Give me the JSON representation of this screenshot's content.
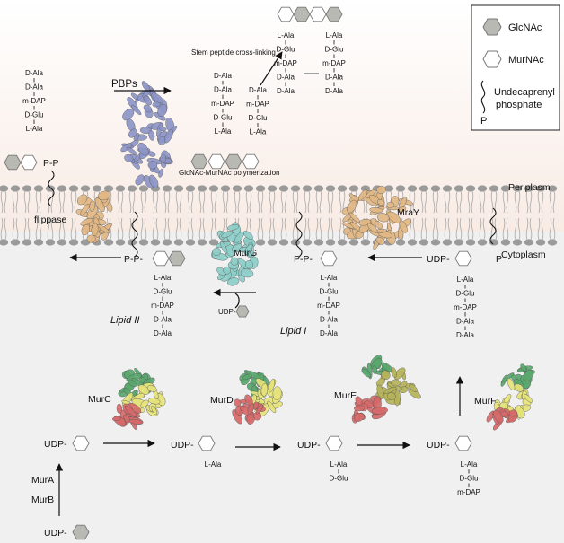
{
  "legend": {
    "glcnac": "GlcNAc",
    "murnac": "MurNAc",
    "undecaprenyl_line1": "Undecaprenyl",
    "undecaprenyl_line2": "phosphate",
    "undecaprenyl_symbol": "P"
  },
  "regions": {
    "periplasm": "Periplasm",
    "cytoplasm": "Cytoplasm"
  },
  "enzymes": {
    "pbps": "PBPs",
    "flippase": "flippase",
    "mray": "MraY",
    "murg": "MurG",
    "murc": "MurC",
    "murd": "MurD",
    "mure": "MurE",
    "murf": "MurF",
    "mura": "MurA",
    "murb": "MurB"
  },
  "processes": {
    "crosslink": "Stem peptide cross-linking",
    "polymerization": "GlcNAc-MurNAc polymerization"
  },
  "lipids": {
    "lipid_ii": "Lipid  II",
    "lipid_i": "Lipid  I"
  },
  "prefixes": {
    "udp": "UDP-",
    "pp": "P-P-",
    "pp_short": "P-P",
    "p": "P"
  },
  "peptides": {
    "full": [
      "L-Ala",
      "D-Glu",
      "m-DAP",
      "D-Ala",
      "D-Ala"
    ],
    "full_down": [
      "D-Ala",
      "D-Ala",
      "m-DAP",
      "D-Glu",
      "L-Ala"
    ],
    "murc_product": [
      "L-Ala"
    ],
    "murd_product": [
      "L-Ala",
      "D-Glu"
    ],
    "mure_product": [
      "L-Ala",
      "D-Glu",
      "m-DAP"
    ]
  },
  "colors": {
    "glcnac_fill": "#b9b9b4",
    "murnac_fill": "#ffffff",
    "membrane": "#9a9a9a",
    "protein_tan": "#e2b885",
    "protein_blue": "#8e96c8",
    "protein_cyan": "#8ecfc9",
    "protein_green": "#5aa86e",
    "protein_olive": "#b6b35a",
    "protein_yellow": "#e6e37a",
    "protein_red": "#d66a6a"
  }
}
